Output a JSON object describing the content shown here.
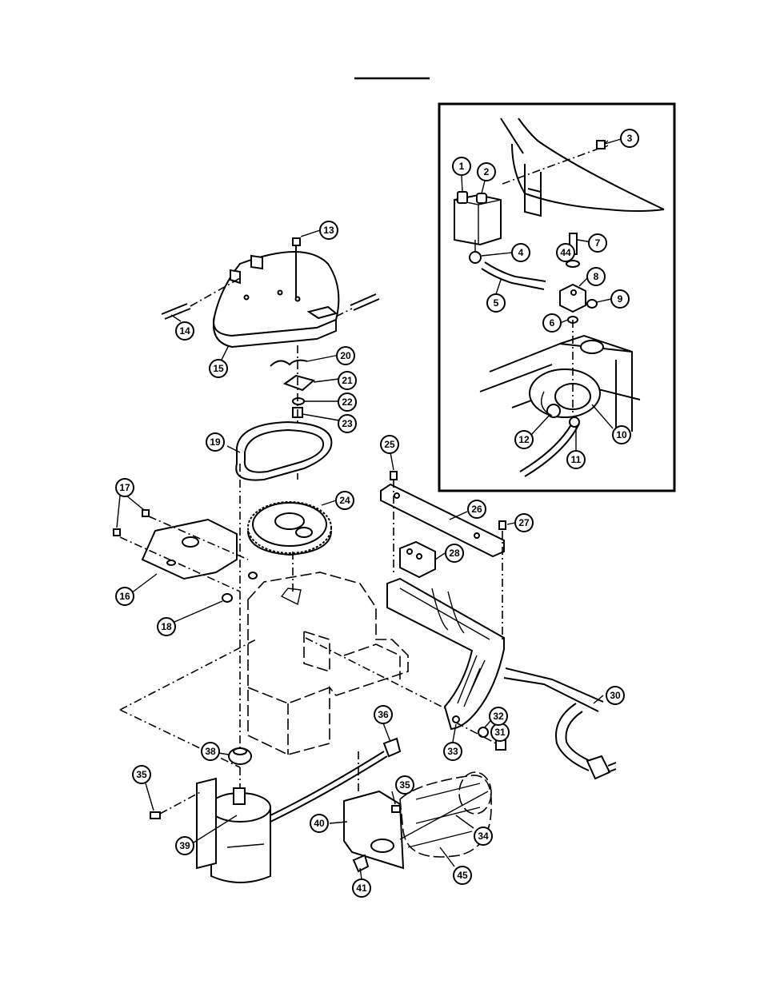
{
  "callouts": [
    {
      "id": "c1",
      "label": "1"
    },
    {
      "id": "c2",
      "label": "2"
    },
    {
      "id": "c3",
      "label": "3"
    },
    {
      "id": "c4",
      "label": "4"
    },
    {
      "id": "c5",
      "label": "5"
    },
    {
      "id": "c6",
      "label": "6"
    },
    {
      "id": "c7",
      "label": "7"
    },
    {
      "id": "c8",
      "label": "8"
    },
    {
      "id": "c9",
      "label": "9"
    },
    {
      "id": "c10",
      "label": "10"
    },
    {
      "id": "c11",
      "label": "11"
    },
    {
      "id": "c12",
      "label": "12"
    },
    {
      "id": "c13",
      "label": "13"
    },
    {
      "id": "c14",
      "label": "14"
    },
    {
      "id": "c15",
      "label": "15"
    },
    {
      "id": "c16",
      "label": "16"
    },
    {
      "id": "c17",
      "label": "17"
    },
    {
      "id": "c18",
      "label": "18"
    },
    {
      "id": "c19",
      "label": "19"
    },
    {
      "id": "c20",
      "label": "20"
    },
    {
      "id": "c21",
      "label": "21"
    },
    {
      "id": "c22",
      "label": "22"
    },
    {
      "id": "c23",
      "label": "23"
    },
    {
      "id": "c24",
      "label": "24"
    },
    {
      "id": "c25",
      "label": "25"
    },
    {
      "id": "c26",
      "label": "26"
    },
    {
      "id": "c27",
      "label": "27"
    },
    {
      "id": "c28",
      "label": "28"
    },
    {
      "id": "c30",
      "label": "30"
    },
    {
      "id": "c31",
      "label": "31"
    },
    {
      "id": "c32",
      "label": "32"
    },
    {
      "id": "c33",
      "label": "33"
    },
    {
      "id": "c34",
      "label": "34"
    },
    {
      "id": "c35a",
      "label": "35"
    },
    {
      "id": "c35b",
      "label": "35"
    },
    {
      "id": "c36",
      "label": "36"
    },
    {
      "id": "c38",
      "label": "38"
    },
    {
      "id": "c39",
      "label": "39"
    },
    {
      "id": "c40",
      "label": "40"
    },
    {
      "id": "c41",
      "label": "41"
    },
    {
      "id": "c44",
      "label": "44"
    },
    {
      "id": "c45",
      "label": "45"
    }
  ]
}
